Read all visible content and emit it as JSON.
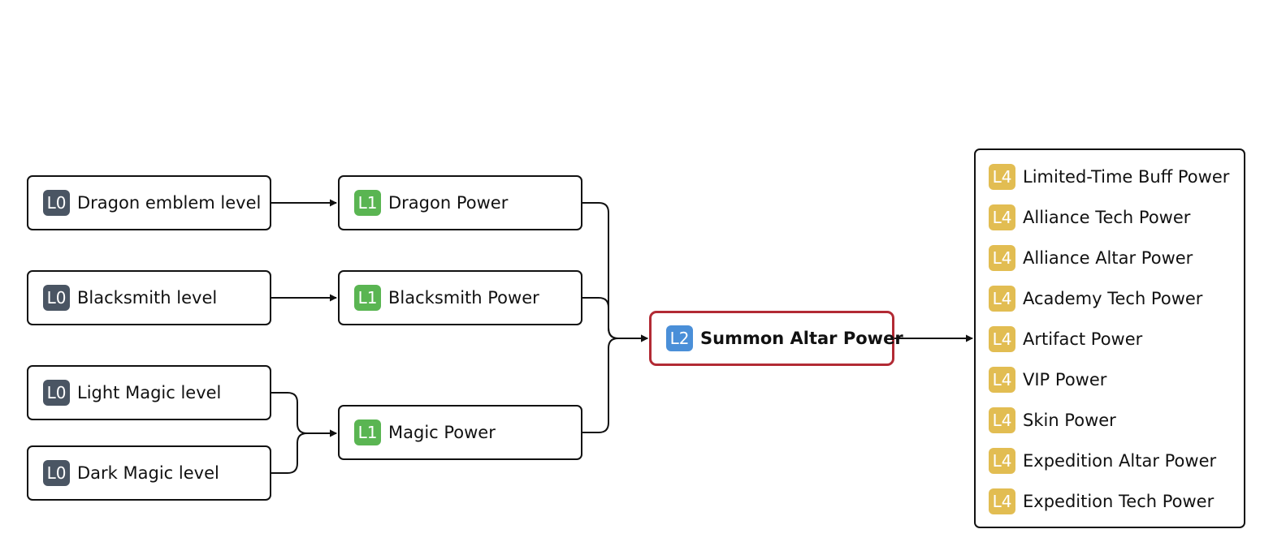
{
  "colors": {
    "L0": "#4a5563",
    "L1": "#5ab552",
    "L2": "#4a8fd8",
    "L4": "#e2bd52",
    "focus_border": "#b22a34"
  },
  "nodes": {
    "dragon_emblem": {
      "level": "L0",
      "label": "Dragon emblem level"
    },
    "blacksmith_level": {
      "level": "L0",
      "label": "Blacksmith level"
    },
    "light_magic": {
      "level": "L0",
      "label": "Light Magic level"
    },
    "dark_magic": {
      "level": "L0",
      "label": "Dark Magic level"
    },
    "dragon_power": {
      "level": "L1",
      "label": "Dragon Power"
    },
    "blacksmith_power": {
      "level": "L1",
      "label": "Blacksmith Power"
    },
    "magic_power": {
      "level": "L1",
      "label": "Magic Power"
    },
    "summon_altar": {
      "level": "L2",
      "label": "Summon Altar Power"
    }
  },
  "outputs": {
    "items": [
      {
        "level": "L4",
        "label": "Limited-Time Buff Power"
      },
      {
        "level": "L4",
        "label": "Alliance Tech Power"
      },
      {
        "level": "L4",
        "label": "Alliance Altar Power"
      },
      {
        "level": "L4",
        "label": "Academy Tech Power"
      },
      {
        "level": "L4",
        "label": "Artifact Power"
      },
      {
        "level": "L4",
        "label": "VIP Power"
      },
      {
        "level": "L4",
        "label": "Skin Power"
      },
      {
        "level": "L4",
        "label": "Expedition Altar Power"
      },
      {
        "level": "L4",
        "label": "Expedition Tech Power"
      }
    ]
  },
  "edges": [
    {
      "from": "dragon_emblem",
      "to": "dragon_power"
    },
    {
      "from": "blacksmith_level",
      "to": "blacksmith_power"
    },
    {
      "from": "light_magic",
      "to": "magic_power"
    },
    {
      "from": "dark_magic",
      "to": "magic_power"
    },
    {
      "from": "dragon_power",
      "to": "summon_altar"
    },
    {
      "from": "blacksmith_power",
      "to": "summon_altar"
    },
    {
      "from": "magic_power",
      "to": "summon_altar"
    },
    {
      "from": "summon_altar",
      "to": "outputs"
    }
  ]
}
